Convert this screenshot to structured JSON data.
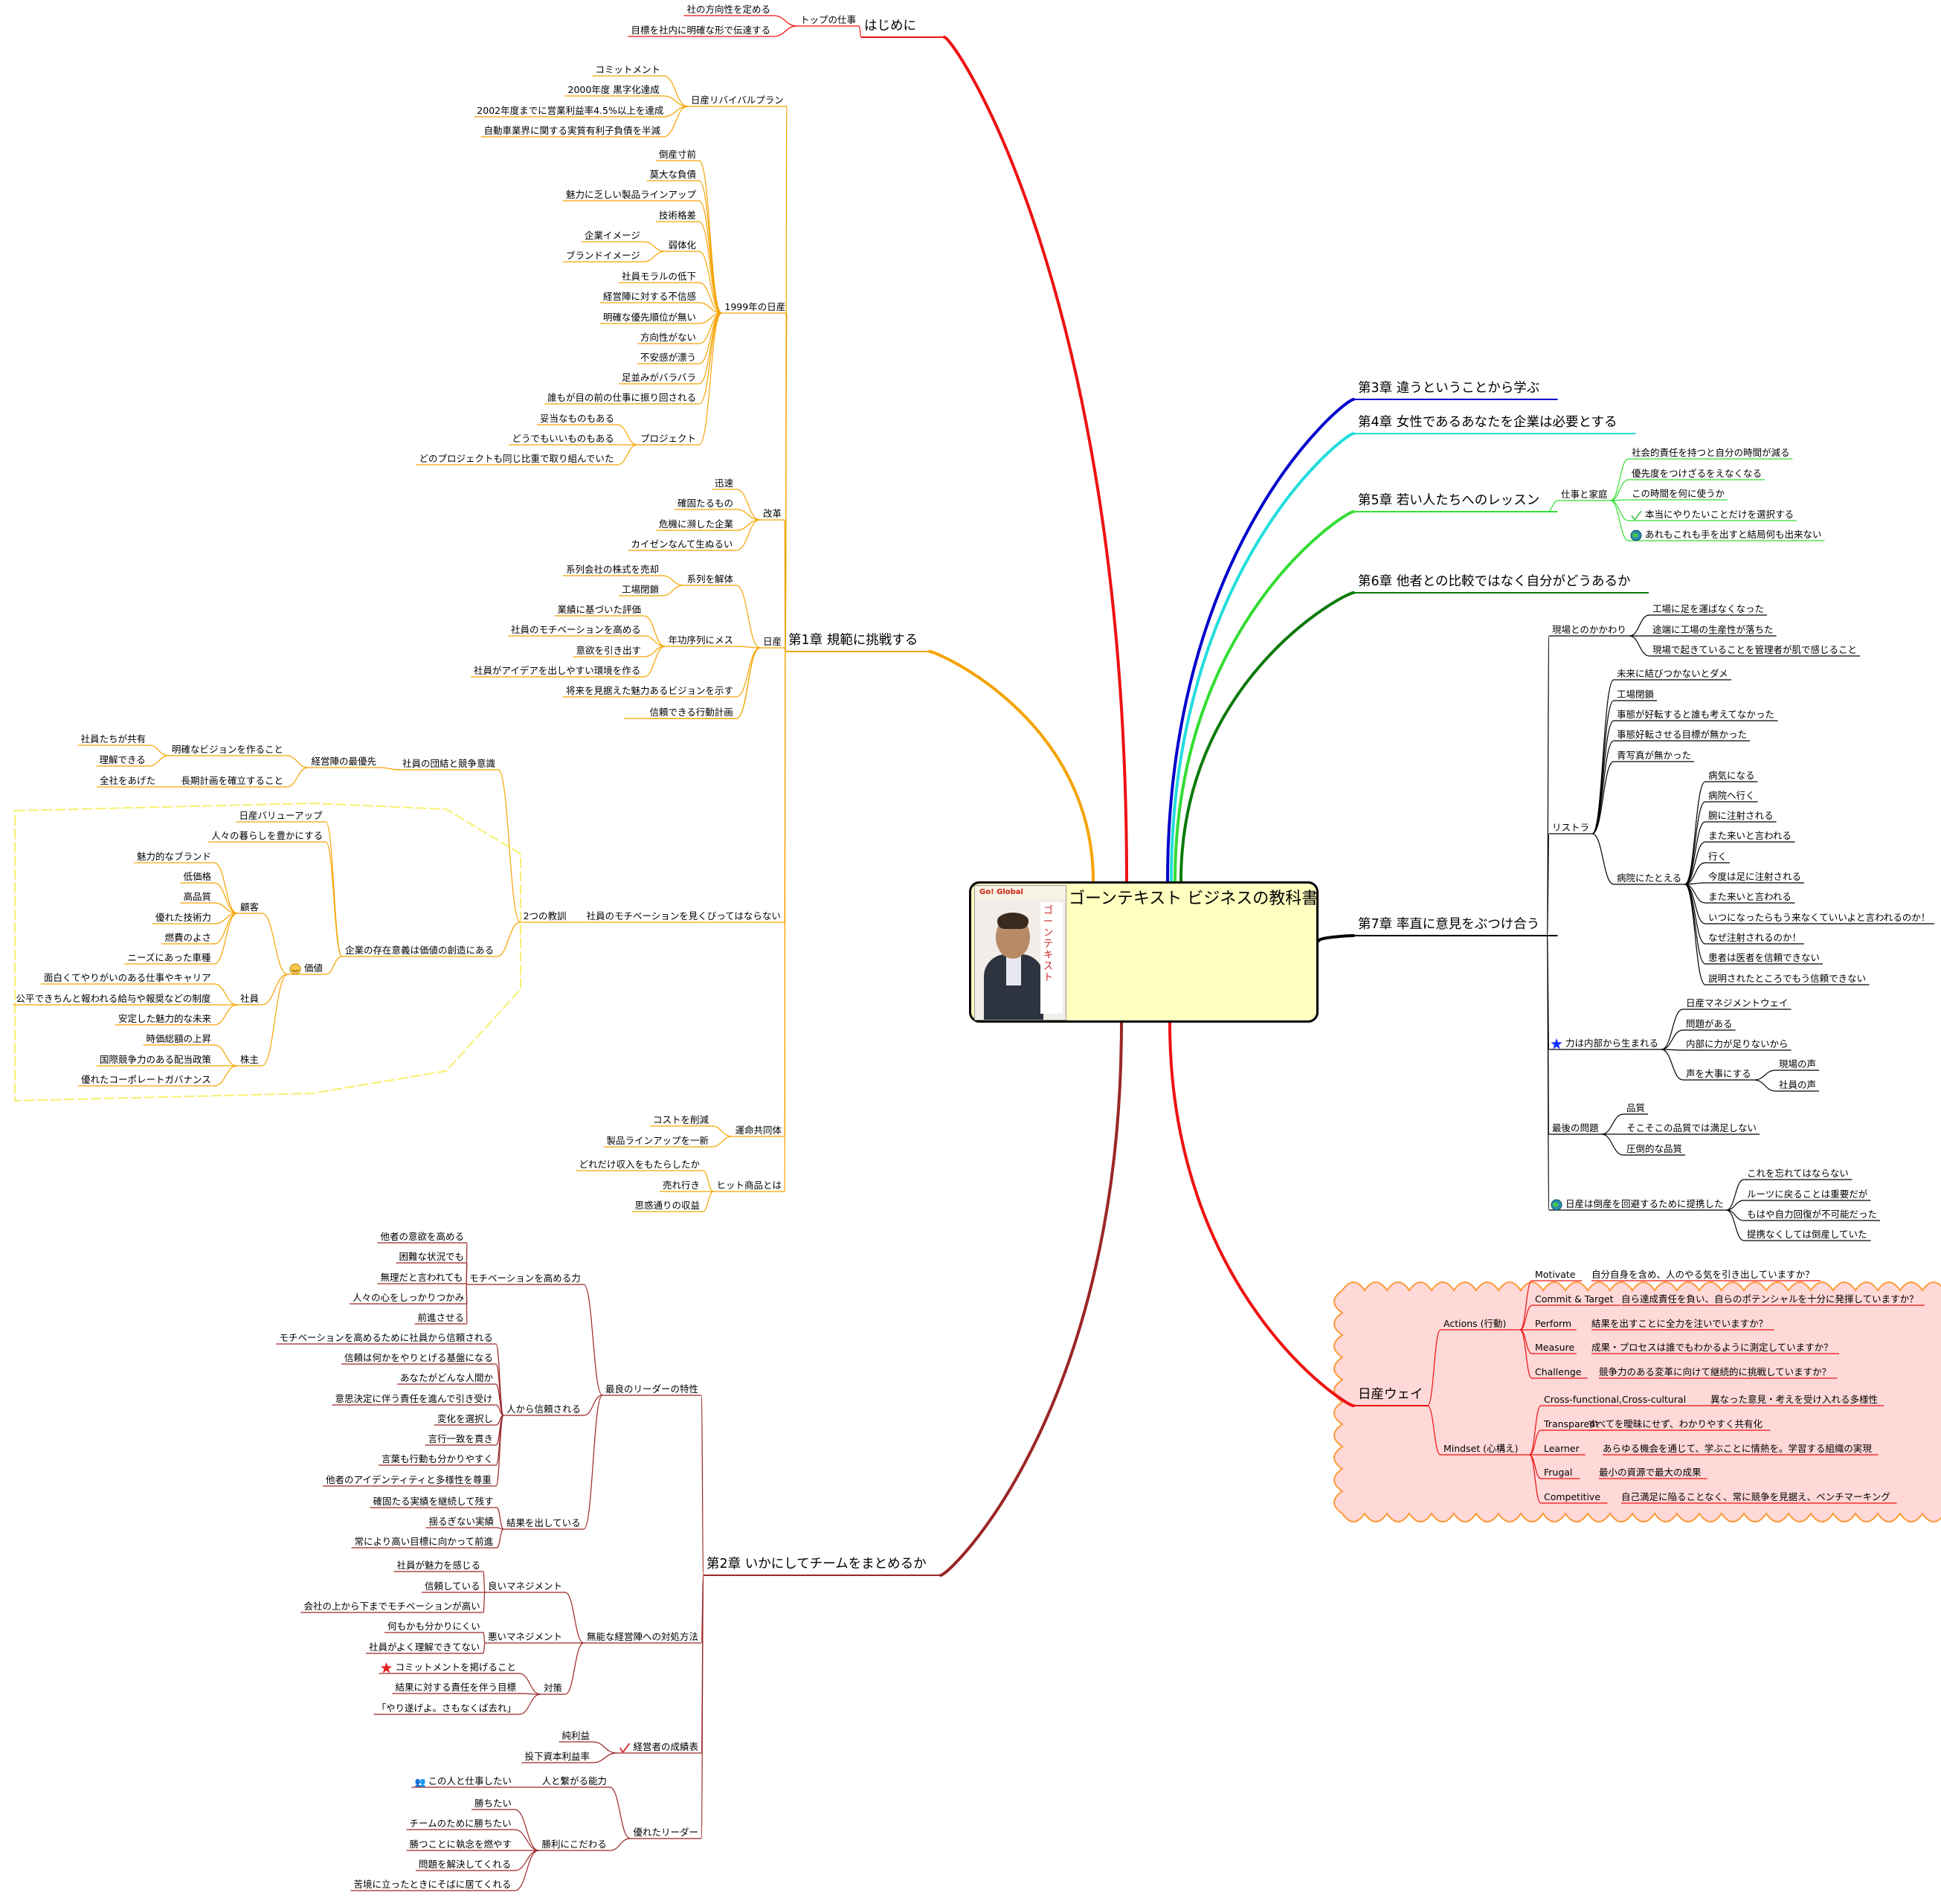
{
  "root": {
    "title": "ゴーンテキスト ビジネスの教科書",
    "image": "book-cover (Ghosn portrait)",
    "cover_band": "Go! Global",
    "cover_vertical": "ゴーンテキスト",
    "cover_sub": "ビジネスの教科書"
  },
  "colors": {
    "intro": "#ee1111",
    "ch1": "#f5a300",
    "ch2": "#9b2626",
    "ch3": "#0000cc",
    "ch4": "#22dddd",
    "ch5": "#33dd33",
    "ch6": "#0a7a0a",
    "ch7": "#000000",
    "nissan_way": "#ee1111",
    "boundary_yellow": "#f6f070",
    "cloud_fill": "#ffd8d8",
    "cloud_stroke": "#ff9a3a",
    "star_red": "#e02020",
    "star_blue": "#1030ff",
    "check_green": "#66cc66",
    "check_red": "#d83838",
    "globe": "#2a8ab0"
  },
  "branches": {
    "intro": {
      "label": "はじめに"
    },
    "ch1": {
      "label": "第1章 規範に挑戦する"
    },
    "ch2": {
      "label": "第2章 いかにしてチームをまとめるか"
    },
    "ch3": {
      "label": "第3章 違うということから学ぶ"
    },
    "ch4": {
      "label": "第4章 女性であるあなたを企業は必要とする"
    },
    "ch5": {
      "label": "第5章 若い人たちへのレッスン"
    },
    "ch6": {
      "label": "第6章 他者との比較ではなく自分がどうあるか"
    },
    "ch7": {
      "label": "第7章 率直に意見をぶつけ合う"
    },
    "nissan_way": {
      "label": "日産ウェイ"
    }
  },
  "nodes": [
    {
      "t": "トップの仕事"
    },
    {
      "t": "社の方向性を定める"
    },
    {
      "t": "目標を社内に明確な形で伝達する"
    },
    {
      "t": "日産リバイバルプラン"
    },
    {
      "t": "コミットメント"
    },
    {
      "t": "2000年度 黒字化達成"
    },
    {
      "t": "2002年度までに営業利益率4.5%以上を達成"
    },
    {
      "t": "自動車業界に関する実質有利子負債を半減"
    },
    {
      "t": "1999年の日産"
    },
    {
      "t": "倒産寸前"
    },
    {
      "t": "莫大な負債"
    },
    {
      "t": "魅力に乏しい製品ラインアップ"
    },
    {
      "t": "技術格差"
    },
    {
      "t": "弱体化"
    },
    {
      "t": "企業イメージ"
    },
    {
      "t": "ブランドイメージ"
    },
    {
      "t": "社員モラルの低下"
    },
    {
      "t": "経営陣に対する不信感"
    },
    {
      "t": "明確な優先順位が無い"
    },
    {
      "t": "方向性がない"
    },
    {
      "t": "不安感が漂う"
    },
    {
      "t": "足並みがバラバラ"
    },
    {
      "t": "誰もが目の前の仕事に振り回される"
    },
    {
      "t": "プロジェクト"
    },
    {
      "t": "妥当なものもある"
    },
    {
      "t": "どうでもいいものもある"
    },
    {
      "t": "どのプロジェクトも同じ比重で取り組んでいた"
    },
    {
      "t": "改革"
    },
    {
      "t": "迅速"
    },
    {
      "t": "確固たるもの"
    },
    {
      "t": "危機に瀕した企業"
    },
    {
      "t": "カイゼンなんて生ぬるい"
    },
    {
      "t": "日産"
    },
    {
      "t": "系列を解体"
    },
    {
      "t": "系列会社の株式を売却"
    },
    {
      "t": "工場閉鎖"
    },
    {
      "t": "年功序列にメス"
    },
    {
      "t": "業績に基づいた評価"
    },
    {
      "t": "社員のモチベーションを高める"
    },
    {
      "t": "意欲を引き出す"
    },
    {
      "t": "社員がアイデアを出しやすい環境を作る"
    },
    {
      "t": "将来を見据えた魅力あるビジョンを示す"
    },
    {
      "t": "信頼できる行動計画"
    },
    {
      "t": "日産リバイバルプラン"
    },
    {
      "t": "社員のモチベーションを見くびってはならない"
    },
    {
      "t": "2つの教訓"
    },
    {
      "t": "社員の団結と競争意識"
    },
    {
      "t": "経営陣の最優先"
    },
    {
      "t": "明確なビジョンを作ること"
    },
    {
      "t": "社員たちが共有"
    },
    {
      "t": "理解できる"
    },
    {
      "t": "長期計画を確立すること"
    },
    {
      "t": "全社をあげた"
    },
    {
      "t": "企業の存在意義は価値の創造にある"
    },
    {
      "t": "日産バリューアップ"
    },
    {
      "t": "人々の暮らしを豊かにする"
    },
    {
      "t": "価値"
    },
    {
      "t": "顧客"
    },
    {
      "t": "魅力的なブランド"
    },
    {
      "t": "低価格"
    },
    {
      "t": "高品質"
    },
    {
      "t": "優れた技術力"
    },
    {
      "t": "燃費のよさ"
    },
    {
      "t": "ニーズにあった車種"
    },
    {
      "t": "社員"
    },
    {
      "t": "面白くてやりがいのある仕事やキャリア"
    },
    {
      "t": "公平できちんと報われる給与や報奨などの制度"
    },
    {
      "t": "安定した魅力的な未来"
    },
    {
      "t": "株主"
    },
    {
      "t": "時価総額の上昇"
    },
    {
      "t": "国際競争力のある配当政策"
    },
    {
      "t": "優れたコーポレートガバナンス"
    },
    {
      "t": "運命共同体"
    },
    {
      "t": "コストを削減"
    },
    {
      "t": "製品ラインアップを一新"
    },
    {
      "t": "ヒット商品とは"
    },
    {
      "t": "どれだけ収入をもたらしたか"
    },
    {
      "t": "売れ行き"
    },
    {
      "t": "思惑通りの収益"
    },
    {
      "t": "最良のリーダーの特性"
    },
    {
      "t": "モチベーションを高める力"
    },
    {
      "t": "他者の意欲を高める"
    },
    {
      "t": "困難な状況でも"
    },
    {
      "t": "無理だと言われても"
    },
    {
      "t": "人々の心をしっかりつかみ"
    },
    {
      "t": "前進させる"
    },
    {
      "t": "人から信頼される"
    },
    {
      "t": "モチベーションを高めるために社員から信頼される"
    },
    {
      "t": "信頼は何かをやりとげる基盤になる"
    },
    {
      "t": "あなたがどんな人間か"
    },
    {
      "t": "意思決定に伴う責任を進んで引き受け"
    },
    {
      "t": "変化を選択し"
    },
    {
      "t": "言行一致を貫き"
    },
    {
      "t": "言葉も行動も分かりやすく"
    },
    {
      "t": "他者のアイデンティティと多様性を尊重"
    },
    {
      "t": "結果を出している"
    },
    {
      "t": "確固たる実績を継続して残す"
    },
    {
      "t": "揺るぎない実績"
    },
    {
      "t": "常により高い目標に向かって前進"
    },
    {
      "t": "無能な経営陣への対処方法"
    },
    {
      "t": "良いマネジメント"
    },
    {
      "t": "社員が魅力を感じる"
    },
    {
      "t": "信頼している"
    },
    {
      "t": "会社の上から下までモチベーションが高い"
    },
    {
      "t": "悪いマネジメント"
    },
    {
      "t": "何もかも分かりにくい"
    },
    {
      "t": "社員がよく理解できてない"
    },
    {
      "t": "対策"
    },
    {
      "t": "コミットメントを掲げること"
    },
    {
      "t": "結果に対する責任を伴う目標"
    },
    {
      "t": "「やり遂げよ。さもなくば去れ」"
    },
    {
      "t": "経営者の成績表"
    },
    {
      "t": "純利益"
    },
    {
      "t": "投下資本利益率"
    },
    {
      "t": "優れたリーダー"
    },
    {
      "t": "人と繋がる能力"
    },
    {
      "t": "この人と仕事したい"
    },
    {
      "t": "勝利にこだわる"
    },
    {
      "t": "勝ちたい"
    },
    {
      "t": "チームのために勝ちたい"
    },
    {
      "t": "勝つことに執念を燃やす"
    },
    {
      "t": "問題を解決してくれる"
    },
    {
      "t": "苦境に立ったときにそばに居てくれる"
    },
    {
      "t": "仕事と家庭"
    },
    {
      "t": "社会的責任を持つと自分の時間が減る"
    },
    {
      "t": "優先度をつけざるをえなくなる"
    },
    {
      "t": "この時間を何に使うか"
    },
    {
      "t": "本当にやりたいことだけを選択する"
    },
    {
      "t": "あれもこれも手を出すと結局何も出来ない"
    },
    {
      "t": "現場とのかかわり"
    },
    {
      "t": "工場に足を運ばなくなった"
    },
    {
      "t": "途端に工場の生産性が落ちた"
    },
    {
      "t": "現場で起きていることを管理者が肌で感じること"
    },
    {
      "t": "リストラ"
    },
    {
      "t": "未来に結びつかないとダメ"
    },
    {
      "t": "工場閉鎖"
    },
    {
      "t": "事態が好転すると誰も考えてなかった"
    },
    {
      "t": "事態好転させる目標が無かった"
    },
    {
      "t": "青写真が無かった"
    },
    {
      "t": "病院にたとえる"
    },
    {
      "t": "病気になる"
    },
    {
      "t": "病院へ行く"
    },
    {
      "t": "腕に注射される"
    },
    {
      "t": "また来いと言われる"
    },
    {
      "t": "行く"
    },
    {
      "t": "今度は足に注射される"
    },
    {
      "t": "また来いと言われる"
    },
    {
      "t": "いつになったらもう来なくていいよと言われるのか！"
    },
    {
      "t": "なぜ注射されるのか！"
    },
    {
      "t": "患者は医者を信頼できない"
    },
    {
      "t": "説明されたところでもう信頼できない"
    },
    {
      "t": "力は内部から生まれる"
    },
    {
      "t": "日産マネジメントウェイ"
    },
    {
      "t": "問題がある"
    },
    {
      "t": "内部に力が足りないから"
    },
    {
      "t": "声を大事にする"
    },
    {
      "t": "現場の声"
    },
    {
      "t": "社員の声"
    },
    {
      "t": "最後の問題"
    },
    {
      "t": "品質"
    },
    {
      "t": "そこそこの品質では満足しない"
    },
    {
      "t": "圧倒的な品質"
    },
    {
      "t": "日産は倒産を回避するために提携した"
    },
    {
      "t": "これを忘れてはならない"
    },
    {
      "t": "ルーツに戻ることは重要だが"
    },
    {
      "t": "もはや自力回復が不可能だった"
    },
    {
      "t": "提携なくしては倒産していた"
    },
    {
      "t": "Actions (行動)"
    },
    {
      "t": "Motivate"
    },
    {
      "t": "自分自身を含め、人のやる気を引き出していますか？"
    },
    {
      "t": "Commit & Target"
    },
    {
      "t": "自ら達成責任を負い、自らのポテンシャルを十分に発揮していますか？"
    },
    {
      "t": "Perform"
    },
    {
      "t": "結果を出すことに全力を注いでいますか？"
    },
    {
      "t": "Measure"
    },
    {
      "t": "成果・プロセスは誰でもわかるように測定していますか？"
    },
    {
      "t": "Challenge"
    },
    {
      "t": "競争力のある変革に向けて継続的に挑戦していますか？"
    },
    {
      "t": "Mindset (心構え)"
    },
    {
      "t": "Cross-functional,Cross-cultural"
    },
    {
      "t": "異なった意見・考えを受け入れる多様性"
    },
    {
      "t": "Transparent"
    },
    {
      "t": "すべてを曖昧にせず、わかりやすく共有化"
    },
    {
      "t": "Learner"
    },
    {
      "t": "あらゆる機会を通じて、学ぶことに情熱を。学習する組織の実現"
    },
    {
      "t": "Frugal"
    },
    {
      "t": "最小の資源で最大の成果"
    },
    {
      "t": "Competitive"
    },
    {
      "t": "自己満足に陥ることなく、常に競争を見据え、ベンチマーキング"
    }
  ]
}
